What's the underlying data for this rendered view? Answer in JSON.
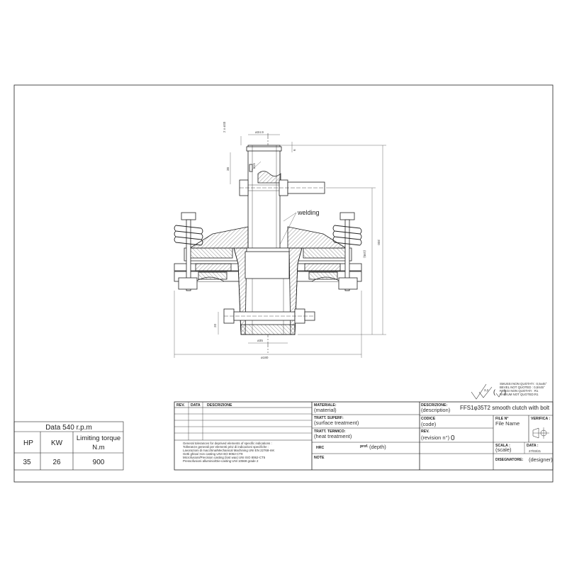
{
  "drawing": {
    "callout_welding": "welding",
    "dimensions": {
      "d1": "2 x ø33",
      "d2": "ø34.9",
      "d3": "ø35",
      "d4": "ø15",
      "d5": "38",
      "d6": "6",
      "d7": "(195)",
      "d8": "200",
      "d9": "20",
      "d10": "ø180"
    }
  },
  "notes": {
    "round_edges": "SMUSSI NON QUOTATI : 0,5x45°",
    "bevel": "BEVEL NOT QUOTED : 0,5X45°",
    "raggi": "RAGGI NON QUOTATI : R1",
    "radium": "RADIUM NOT QUOTED:R1",
    "finish_symbol": "3,2"
  },
  "title_block": {
    "rev_header": "REV.",
    "data_header": "DATA",
    "descrizione_header": "DESCRIZIONE",
    "tolerances": [
      "General tolerances for deprived elements of specific indications :",
      "Tolleranze generali per elementi privi di indicazioni specifiche :",
      "Lavorazioni di macchina/Mechanical Machining        UNI EN 22768-mK",
      "Getti ghisa/ Iron casting                         UNI ISO 8062-CT9",
      "Microfusioni/Precision casting (lost wax)         UNI ISO 8062-CT5",
      "Pressofusioni alluminio/Die-casting               UNI 10569 grade 2"
    ],
    "materiale_label": "MATERIALE:",
    "materiale_value": "(material)",
    "tratt_superf_label": "TRATT. SUPERF:",
    "tratt_superf_value": "(surface treatment)",
    "tratt_termico_label": "TRATT. TERMICO:",
    "tratt_termico_value": "(heat treatment)",
    "hrc_label": "HRC",
    "prof_label": "prof.",
    "prof_value": "(depth)",
    "note_label": "NOTE",
    "descrizione_label": "DESCRIZIONE:",
    "descrizione_value": "(description)",
    "part_name": "FFS1φ35T2 smooth clutch with bolt",
    "codice_label": "CODICE",
    "codice_value": "(code)",
    "rev_label": "REV.",
    "rev_value": "(revision n°)",
    "rev_number": "0",
    "file_label": "FILE N°",
    "file_value": "File Name",
    "verifica_label": "VERIFICA :",
    "scala_label": "SCALA :",
    "scala_value": "(scale)",
    "data_label": "DATA :",
    "data_value": "27/03/21",
    "disegnatore_label": "DISEGNATORE:",
    "disegnatore_value": "(designer)"
  },
  "spec_table": {
    "title": "Data 540 r.p.m",
    "headers": [
      "HP",
      "KW",
      "Limiting torque\nN.m"
    ],
    "rows": [
      [
        "35",
        "26",
        "900"
      ]
    ]
  }
}
